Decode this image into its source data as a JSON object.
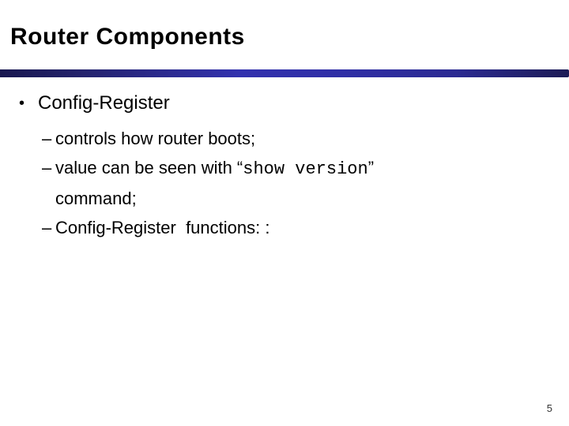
{
  "slide": {
    "title": "Router Components",
    "page_number": "5",
    "colors": {
      "background": "#ffffff",
      "text": "#000000",
      "divider_left": "#18174f",
      "divider_mid": "#3231ae",
      "divider_right": "#1c1b55"
    },
    "bullets": {
      "level1": {
        "marker": "•",
        "text": "Config-Register"
      },
      "item1": {
        "marker": "–",
        "text": "controls how router boots;"
      },
      "item2": {
        "marker": "–",
        "pre": "value can be seen with “",
        "code": "show version",
        "post": "”",
        "continuation": "command;"
      },
      "item3": {
        "marker": "–",
        "text": "Config-Register  functions: :"
      }
    }
  }
}
